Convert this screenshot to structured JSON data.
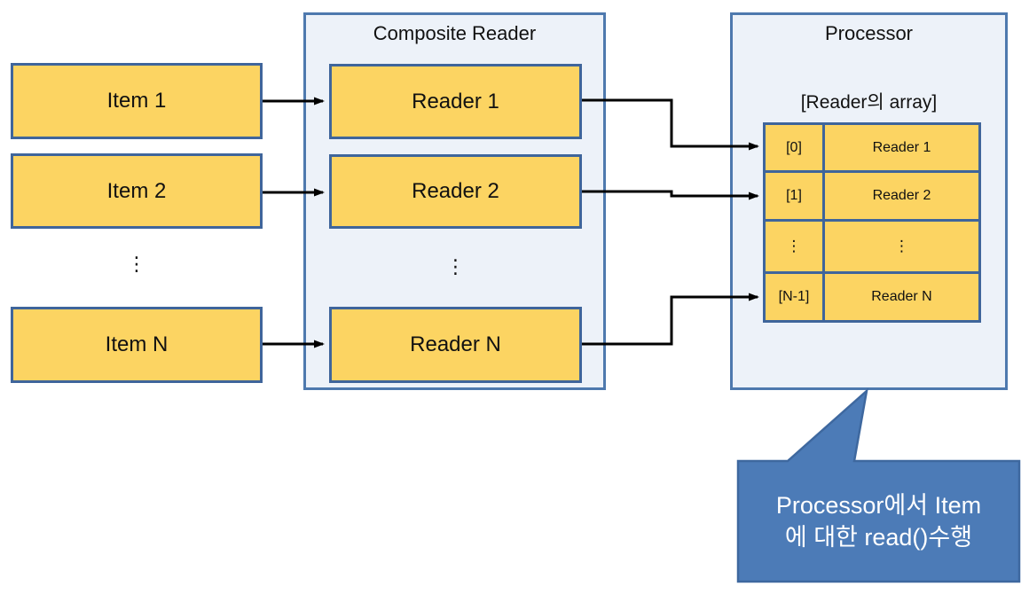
{
  "ellipsis": "⋮",
  "items": [
    {
      "label": "Item 1"
    },
    {
      "label": "Item 2"
    },
    {
      "label": "Item N"
    }
  ],
  "composite_reader": {
    "title": "Composite Reader",
    "readers": [
      {
        "label": "Reader 1"
      },
      {
        "label": "Reader 2"
      },
      {
        "label": "Reader N"
      }
    ]
  },
  "processor": {
    "title": "Processor",
    "array_label": "[Reader의 array]",
    "array_rows": [
      {
        "index": "[0]",
        "value": "Reader 1"
      },
      {
        "index": "[1]",
        "value": "Reader 2"
      },
      {
        "index": "⋮",
        "value": "⋮"
      },
      {
        "index": "[N-1]",
        "value": "Reader N"
      }
    ]
  },
  "callout": {
    "line1": "Processor에서 Item",
    "line2": "에 대한 read()수행"
  },
  "colors": {
    "box_fill": "#FCD462",
    "box_border": "#3F659B",
    "container_fill": "#EDF2F9",
    "container_border": "#4E79AE",
    "arrow": "#000000",
    "callout_fill": "#4C7BB7",
    "callout_border": "#3E689F",
    "callout_text": "#FFFFFF",
    "text": "#111111"
  }
}
